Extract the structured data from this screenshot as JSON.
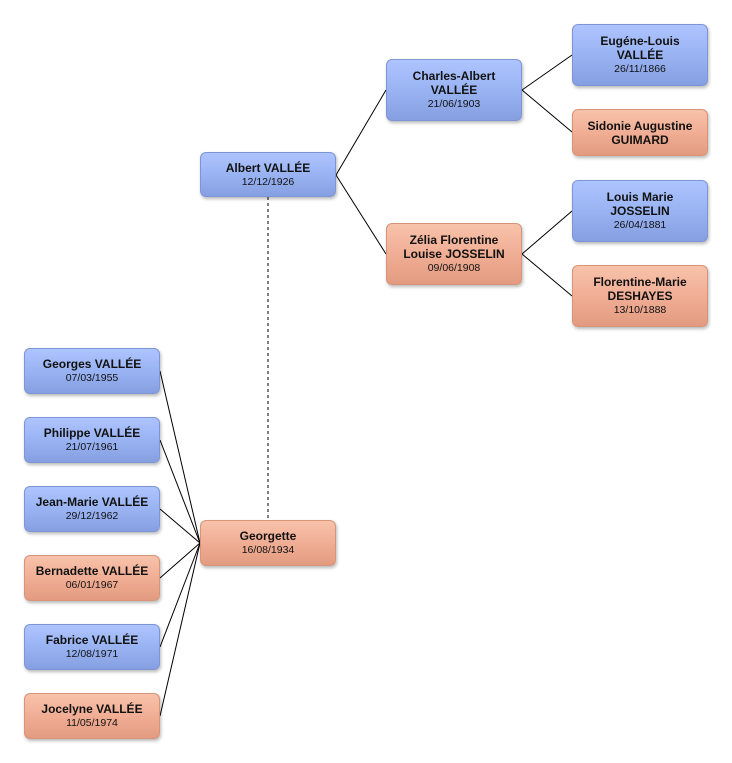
{
  "people": {
    "albert": {
      "name": "Albert VALLÉE",
      "date": "12/12/1926",
      "sex": "male"
    },
    "charles_albert": {
      "name_l1": "Charles-Albert",
      "name_l2": "VALLÉE",
      "date": "21/06/1903",
      "sex": "male"
    },
    "zelia": {
      "name_l1": "Zélia Florentine",
      "name_l2": "Louise JOSSELIN",
      "date": "09/06/1908",
      "sex": "female"
    },
    "eugene_louis": {
      "name_l1": "Eugéne-Louis",
      "name_l2": "VALLÉE",
      "date": "26/11/1866",
      "sex": "male"
    },
    "sidonie": {
      "name_l1": "Sidonie Augustine",
      "name_l2": "GUIMARD",
      "sex": "female"
    },
    "louis_marie": {
      "name_l1": "Louis Marie",
      "name_l2": "JOSSELIN",
      "date": "26/04/1881",
      "sex": "male"
    },
    "florentine_marie": {
      "name_l1": "Florentine-Marie",
      "name_l2": "DESHAYES",
      "date": "13/10/1888",
      "sex": "female"
    },
    "georgette": {
      "name": "Georgette",
      "date": "16/08/1934",
      "sex": "female"
    }
  },
  "children": [
    {
      "name": "Georges VALLÉE",
      "date": "07/03/1955",
      "sex": "male"
    },
    {
      "name": "Philippe VALLÉE",
      "date": "21/07/1961",
      "sex": "male"
    },
    {
      "name": "Jean-Marie VALLÉE",
      "date": "29/12/1962",
      "sex": "male"
    },
    {
      "name": "Bernadette VALLÉE",
      "date": "06/01/1967",
      "sex": "female"
    },
    {
      "name": "Fabrice VALLÉE",
      "date": "12/08/1971",
      "sex": "male"
    },
    {
      "name": "Jocelyne VALLÉE",
      "date": "11/05/1974",
      "sex": "female"
    }
  ],
  "colors": {
    "male": "#97b1f1",
    "female": "#efac93",
    "line": "#000000"
  }
}
